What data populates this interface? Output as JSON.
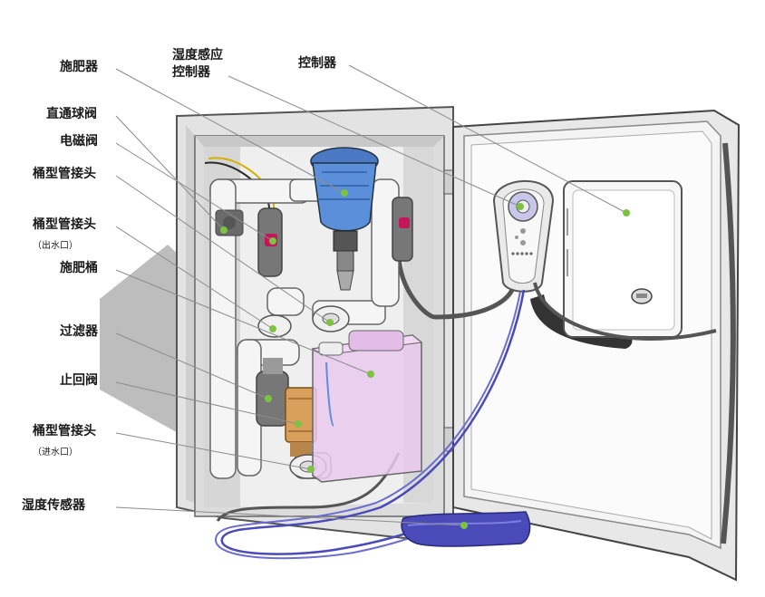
{
  "labels": {
    "fertilizer_injector": "施肥器",
    "humidity_controller_line1": "湿度感应",
    "humidity_controller_line2": "控制器",
    "controller": "控制器",
    "ball_valve": "直通球阀",
    "solenoid_valve": "电磁阀",
    "barrel_fitting_1": "桶型管接头",
    "barrel_fitting_2": "桶型管接头",
    "outlet_note": "（出水口）",
    "fertilizer_tank": "施肥桶",
    "filter": "过滤器",
    "check_valve": "止回阀",
    "barrel_fitting_3": "桶型管接头",
    "inlet_note": "（进水口）",
    "humidity_sensor": "湿度传感器"
  },
  "colors": {
    "marker_dot": "#7dc242",
    "leader_line": "#8c8c8c",
    "cabinet": "#e8e8e8",
    "injector": "#5b8fd9",
    "tank": "#e9c9ee",
    "sensor": "#4a4bb8",
    "valve_handle": "#c2185b",
    "check_valve_body": "#d9a05b"
  }
}
